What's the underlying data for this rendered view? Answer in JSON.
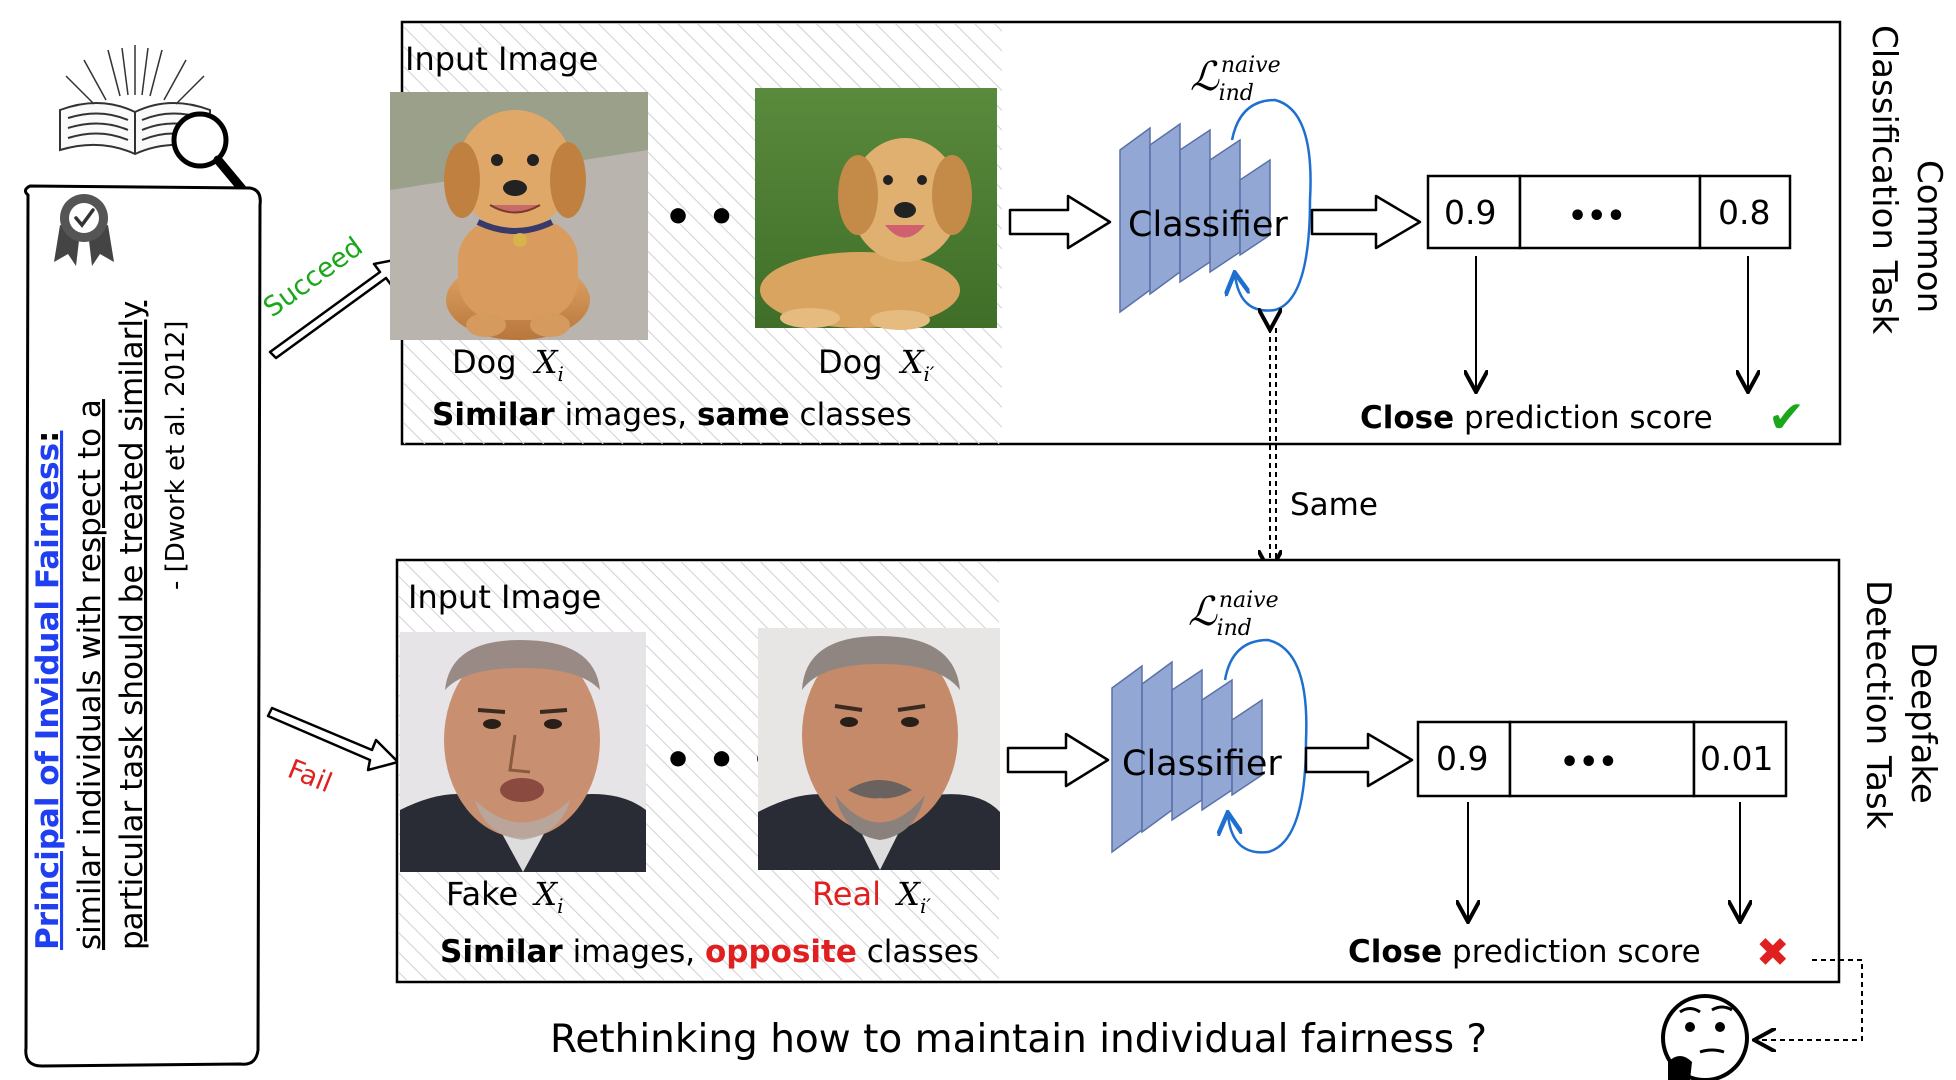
{
  "principle": {
    "title": "Principal of Invidual Fairness",
    "colon": ":",
    "line1": "similar individuals with respect to a",
    "line2": "particular task should be treated similarly",
    "citation": "- [Dwork et al. 2012]"
  },
  "arrows": {
    "succeed": "Succeed",
    "fail": "Fail",
    "same": "Same"
  },
  "top_panel": {
    "input_label": "Input Image",
    "img1_label": "Dog",
    "img2_label": "Dog",
    "caption_bold1": "Similar",
    "caption_mid": " images, ",
    "caption_bold2": "same",
    "caption_end": " classes",
    "classifier_label": "Classifier",
    "loss_main": "ℒ",
    "loss_sup": "naive",
    "loss_sub": "ind",
    "score_left": "0.9",
    "score_mid": "•••",
    "score_right": "0.8",
    "result_bold": "Close",
    "result_rest": " prediction score",
    "result_mark": "✔",
    "side_line1": "Common",
    "side_line2": "Classification Task"
  },
  "bottom_panel": {
    "input_label": "Input Image",
    "img1_label": "Fake",
    "img2_label": "Real",
    "caption_bold1": "Similar",
    "caption_mid": " images, ",
    "caption_bold2": "opposite",
    "caption_end": " classes",
    "classifier_label": "Classifier",
    "loss_main": "ℒ",
    "loss_sup": "naive",
    "loss_sub": "ind",
    "score_left": "0.9",
    "score_mid": "•••",
    "score_right": "0.01",
    "result_bold": "Close",
    "result_rest": " prediction score",
    "result_mark": "✖",
    "side_line1": "Deepfake",
    "side_line2": "Detection Task"
  },
  "math": {
    "xi": "X",
    "xi_sub": "i",
    "xip_sub": "i′"
  },
  "question": "Rethinking how to maintain individual fairness ?",
  "colors": {
    "blue_title": "#1f3ff0",
    "green": "#1aa81a",
    "red": "#e02020",
    "classifier": "#7f98cc",
    "loss_curve": "#1f6fd0"
  }
}
